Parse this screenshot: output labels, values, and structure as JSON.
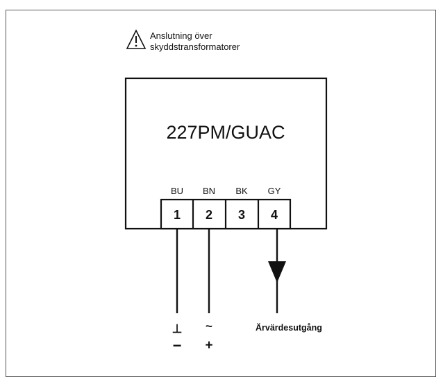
{
  "warning": {
    "icon": "warning-triangle-icon",
    "line1": "Anslutning över",
    "line2": "skyddstransformatorer"
  },
  "device": {
    "model": "227PM/GUAC"
  },
  "terminals": [
    {
      "wire": "BU",
      "number": "1"
    },
    {
      "wire": "BN",
      "number": "2"
    },
    {
      "wire": "BK",
      "number": "3"
    },
    {
      "wire": "GY",
      "number": "4"
    }
  ],
  "connections": {
    "t1_symbol": "⊥",
    "t1_polarity": "−",
    "t2_symbol": "~",
    "t2_polarity": "+",
    "output_label": "Ärvärdesutgång",
    "output_icon": "arrow-down-icon"
  },
  "colors": {
    "line": "#111111",
    "frame": "#555555"
  }
}
